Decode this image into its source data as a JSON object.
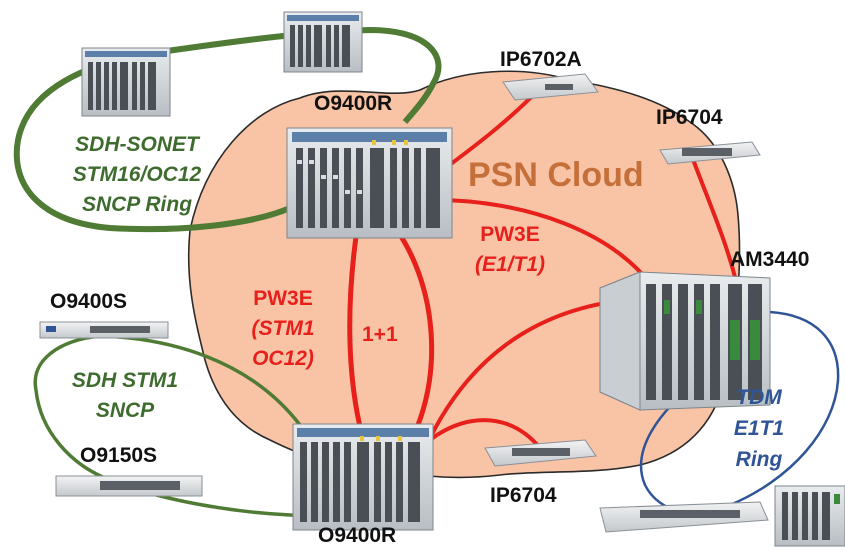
{
  "labels": {
    "o9400r_top": "O9400R",
    "o9400r_bottom": "O9400R",
    "ip6702a": "IP6702A",
    "ip6704_top": "IP6704",
    "ip6704_bottom": "IP6704",
    "am3440": "AM3440",
    "o9400s": "O9400S",
    "o9150s": "O9150S",
    "psn_cloud": "PSN Cloud"
  },
  "rings": {
    "sdh_sonet": [
      "SDH-SONET",
      "STM16/OC12",
      "SNCP Ring"
    ],
    "sdh_stm1": [
      "SDH STM1",
      "SNCP"
    ],
    "tdm": [
      "TDM",
      "E1T1",
      "Ring"
    ]
  },
  "pseudowires": {
    "pw_e1t1": [
      "PW3E",
      "(E1/T1)"
    ],
    "pw_stm1": [
      "PW3E",
      "(STM1",
      "OC12)"
    ],
    "protection": "1+1"
  },
  "colors": {
    "cloud_fill": "#f9c4a6",
    "cloud_outline": "#2b2b2b",
    "cloud_text": "#c5703a",
    "green_ring": "#4f7b35",
    "blue_ring": "#2f5597",
    "pw_red": "#e8201c"
  }
}
